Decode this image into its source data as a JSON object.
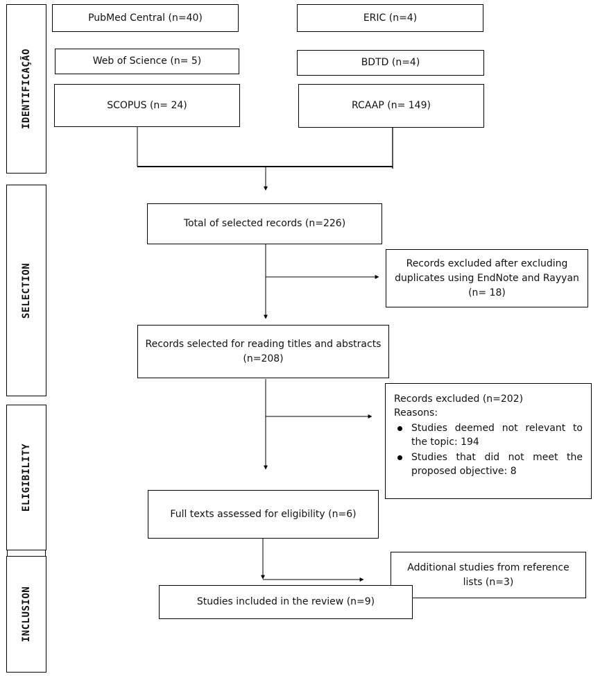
{
  "stages": {
    "identification": "IDENTIFICAÇÃO",
    "selection": "SELECTION",
    "eligibility": "ELIGIBILITY",
    "inclusion": "INCLUSION"
  },
  "sources": {
    "pubmed": "PubMed Central (n=40)",
    "eric": "ERIC (n=4)",
    "wos": "Web of Science (n= 5)",
    "bdtd": "BDTD (n=4)",
    "scopus": "SCOPUS (n= 24)",
    "rcaap": "RCAAP (n= 149)"
  },
  "flow": {
    "total": "Total of selected records (n=226)",
    "duplicates_excluded": "Records excluded after excluding duplicates using EndNote and Rayyan (n= 18)",
    "titles_abstracts": "Records selected for reading titles and abstracts (n=208)",
    "excluded_header": "Records excluded (n=202)",
    "excluded_reasons": "Reasons:",
    "reason_1": "Studies deemed not relevant to the topic: 194",
    "reason_2": "Studies that did not meet the proposed objective: 8",
    "full_texts": "Full texts assessed for eligibility (n=6)",
    "additional": "Additional studies from reference lists (n=3)",
    "included": "Studies included in the review (n=9)"
  }
}
